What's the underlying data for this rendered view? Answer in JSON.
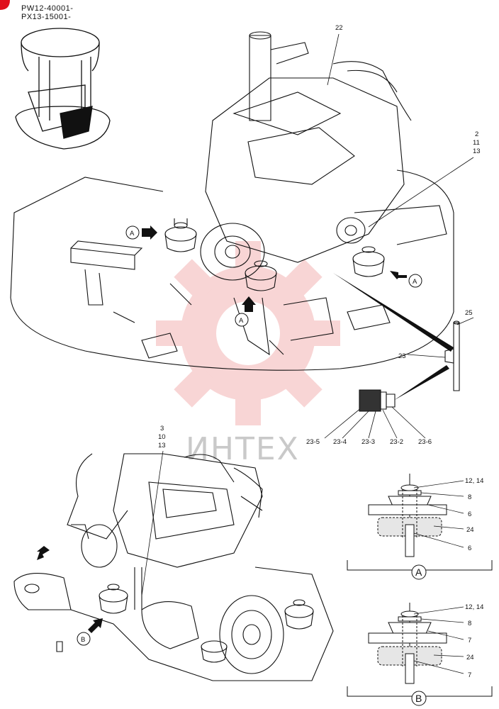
{
  "serials": [
    "PW12-40001-",
    "PX13-15001-"
  ],
  "watermark": "ИНТЕХ",
  "callouts": {
    "c22": "22",
    "c2_11_13": [
      "2",
      "11",
      "13"
    ],
    "c25": "25",
    "c23": "23",
    "c23_5": "23-5",
    "c23_4": "23-4",
    "c23_3": "23-3",
    "c23_2": "23-2",
    "c23_6": "23-6",
    "c3_10_13": [
      "3",
      "10",
      "13"
    ]
  },
  "view_markers": {
    "A": "A",
    "B": "B"
  },
  "detail_A": {
    "label": "A",
    "parts": [
      "12, 14",
      "8",
      "6",
      "24",
      "6"
    ]
  },
  "detail_B": {
    "label": "B",
    "parts": [
      "12, 14",
      "8",
      "7",
      "24",
      "7"
    ]
  },
  "colors": {
    "line": "#111111",
    "watermark_red": "#f3b3b3",
    "watermark_gray": "#c9c9c9",
    "corner_badge": "#e0101c"
  },
  "icons": [
    "arrow-right-icon",
    "arrow-up-icon",
    "arrow-left-icon",
    "circle-letter-icon",
    "watermark-gear-logo"
  ]
}
